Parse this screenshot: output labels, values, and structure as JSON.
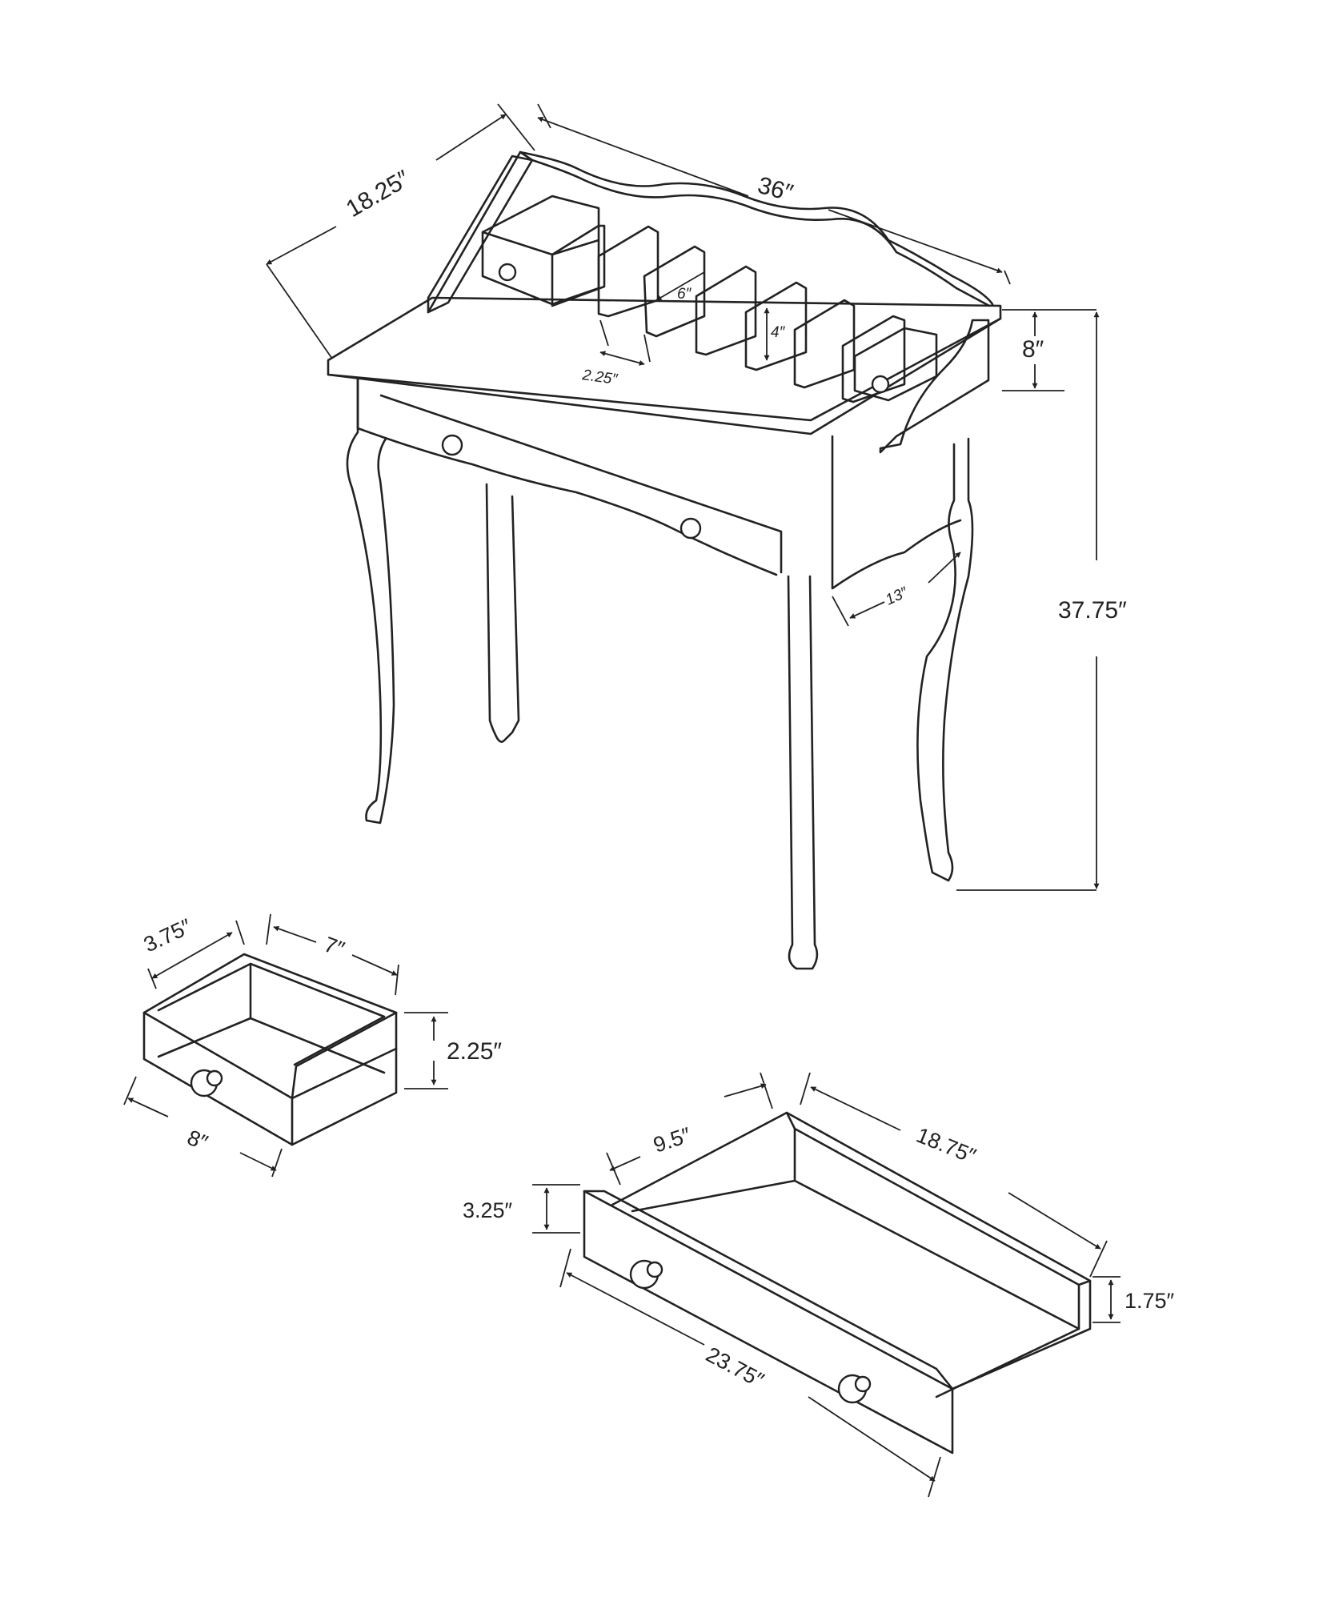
{
  "desk": {
    "width": "36″",
    "depth": "18.25″",
    "height": "37.75″",
    "hutch_height": "8″",
    "slot_height": "6″",
    "slot_width": "2.25″",
    "divider_height": "4″",
    "knee_depth": "13″"
  },
  "small_drawer": {
    "depth": "3.75″",
    "width_inner": "7″",
    "height": "2.25″",
    "width": "8″"
  },
  "large_drawer": {
    "depth": "9.5″",
    "width_inner": "18.75″",
    "front_height": "3.25″",
    "side_height": "1.75″",
    "width": "23.75″"
  },
  "colors": {
    "line": "#222222",
    "background": "#ffffff"
  }
}
